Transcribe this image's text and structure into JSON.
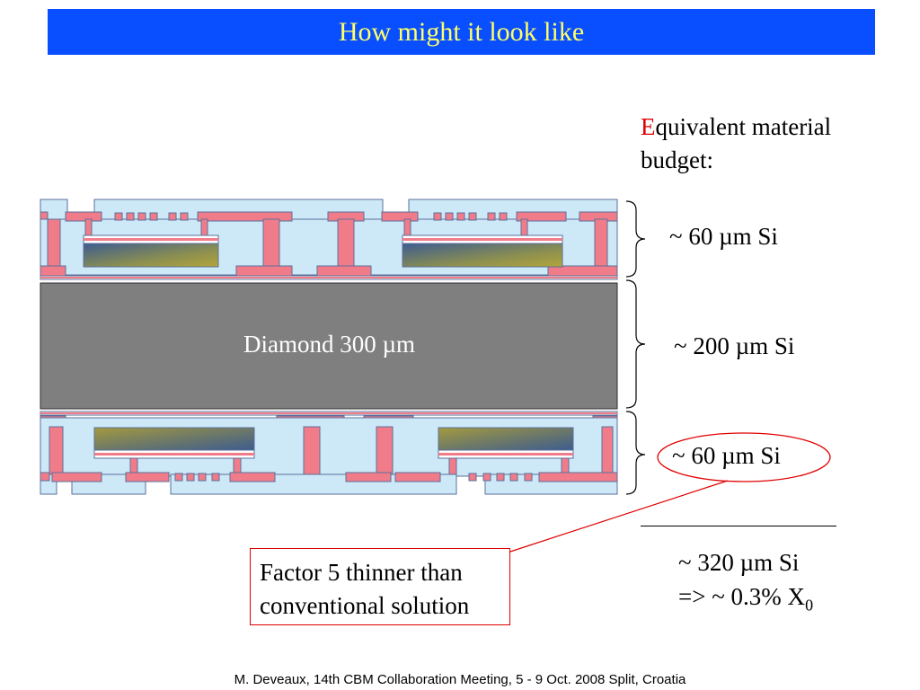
{
  "slide": {
    "title": "How might it look like",
    "budget_heading": {
      "accent_letter": "E",
      "rest": "quivalent material budget:"
    },
    "diamond_label": "Diamond 300 µm",
    "labels": {
      "top_layer": "~ 60 µm Si",
      "middle_layer": "~ 200 µm Si",
      "bottom_layer": "~ 60 µm Si"
    },
    "total": "~ 320 µm Si",
    "x0_prefix": "=> ~ 0.3% X",
    "x0_subscript": "0",
    "callout": {
      "line1": "Factor 5 thinner than",
      "line2": "conventional solution"
    },
    "footer": "M. Deveaux, 14th CBM Collaboration Meeting, 5 - 9 Oct. 2008 Split, Croatia"
  },
  "colors": {
    "title_bar": "#0a4fff",
    "title_text": "#ffff66",
    "flex_fill": "#cde9f8",
    "copper": "#f07c8a",
    "diamond": "#7f7f7f",
    "accent": "#e00000"
  }
}
